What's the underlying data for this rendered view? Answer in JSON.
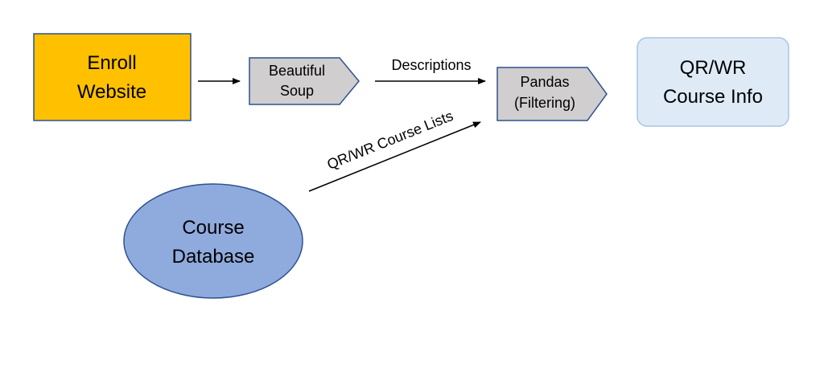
{
  "nodes": {
    "enroll_website": {
      "lines": [
        "Enroll",
        "Website"
      ],
      "fill": "#FFC000",
      "stroke": "#2F528F"
    },
    "beautiful_soup": {
      "lines": [
        "Beautiful",
        "Soup"
      ],
      "fill": "#D0CECE",
      "stroke": "#2F528F"
    },
    "pandas": {
      "lines": [
        "Pandas",
        "(Filtering)"
      ],
      "fill": "#D0CECE",
      "stroke": "#2F528F"
    },
    "qr_wr_info": {
      "lines": [
        "QR/WR",
        "Course Info"
      ],
      "fill": "#DEEBF7",
      "stroke": "#A9C4E4"
    },
    "course_database": {
      "lines": [
        "Course",
        "Database"
      ],
      "fill": "#8FAADC",
      "stroke": "#2F528F"
    }
  },
  "edges": {
    "descriptions": {
      "label": "Descriptions"
    },
    "course_lists": {
      "label": "QR/WR Course Lists"
    }
  }
}
